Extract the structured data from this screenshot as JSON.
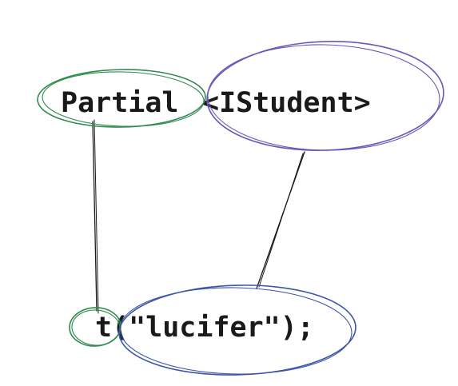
{
  "top_expression": {
    "type_name": "Partial",
    "type_argument": "<IStudent>"
  },
  "bottom_expression": {
    "function_name": "t",
    "call_arguments": "(\"lucifer\");"
  },
  "colors": {
    "green_ellipse": "#2e8b4f",
    "purple_ellipse": "#6a56b8",
    "blue_ellipse": "#3a54a8",
    "connector": "#1a1a1a",
    "text": "#1a1a1a"
  }
}
